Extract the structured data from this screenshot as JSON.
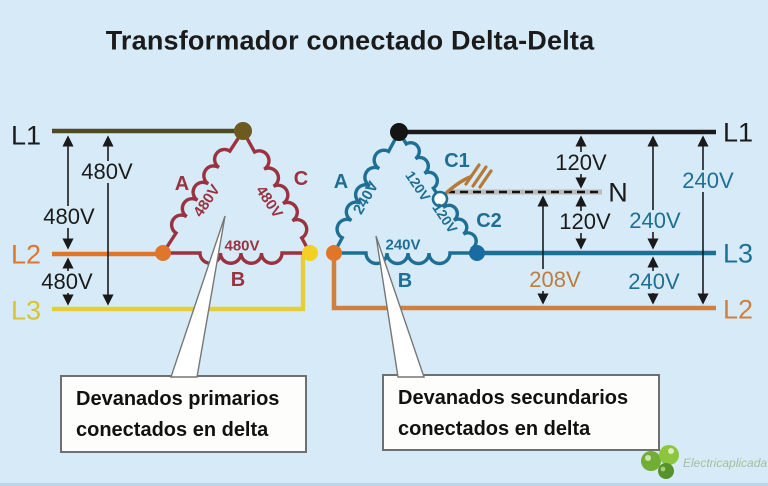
{
  "title": "Transformador conectado Delta-Delta",
  "colors": {
    "background": "#d6ebf7",
    "primary_winding_red": "#993340",
    "secondary_winding_teal": "#1e6f94",
    "l1_left_olive": "#4c4c20",
    "l2_orange": "#e0762a",
    "l3_yellow": "#ddc72e",
    "l2_right_tan": "#cf8040",
    "neutral_ground_brown": "#b5793a",
    "measure_208v_brown": "#bf7c3f",
    "text_black": "#1b1b1b"
  },
  "primary": {
    "lines": {
      "l1": "L1",
      "l2": "L2",
      "l3": "L3"
    },
    "windings": {
      "a": "A",
      "b": "B",
      "c": "C",
      "va": "480V",
      "vb": "480V",
      "vc": "480V"
    },
    "measurements": {
      "l1_l2": "480V",
      "l1_l3": "480V",
      "l2_l3": "480V"
    },
    "callout": {
      "line1": "Devanados primarios",
      "line2": "conectados en delta"
    }
  },
  "secondary": {
    "lines": {
      "l1": "L1",
      "l3": "L3",
      "l2": "L2",
      "neutral": "N"
    },
    "windings": {
      "a": "A",
      "b": "B",
      "c1": "C1",
      "c2": "C2",
      "va": "240V",
      "vb": "240V",
      "vc1": "120V",
      "vc2": "120V"
    },
    "measurements": {
      "l1_n": "120V",
      "n_l3": "120V",
      "l1_l3": "240V",
      "l3_l2": "240V",
      "l1_l2": "240V",
      "n_l2": "208V"
    },
    "callout": {
      "line1": "Devanados secundarios",
      "line2": "conectados en delta"
    }
  },
  "watermark": {
    "text": "Electricaplicada"
  }
}
